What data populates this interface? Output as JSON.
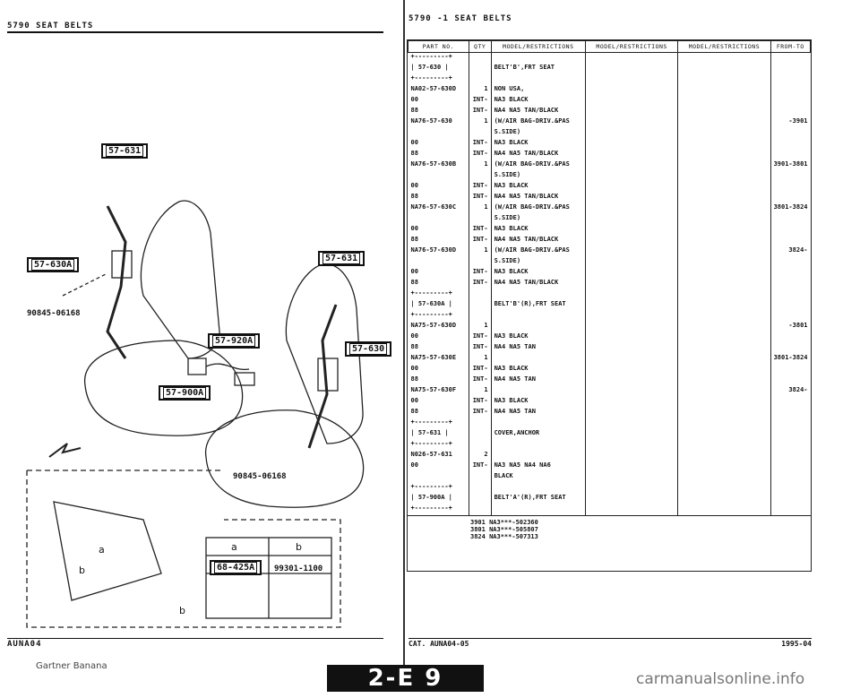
{
  "left_page": {
    "header": "5790   SEAT BELTS",
    "callouts": [
      "57-631",
      "57-630A",
      "57-631",
      "57-920A",
      "57-630",
      "57-900A",
      "68-425A"
    ],
    "part_labels": [
      "90845-06168",
      "90845-06168",
      "99301-1100"
    ],
    "detail_labels": [
      "a",
      "b",
      "b",
      "a",
      "b"
    ],
    "footer_code": "AUNA04"
  },
  "right_page": {
    "header": "5790 -1    SEAT BELTS",
    "columns": [
      "PART NO.",
      "QTY",
      "MODEL/RESTRICTIONS",
      "MODEL/RESTRICTIONS",
      "MODEL/RESTRICTIONS",
      "FROM-TO"
    ],
    "rows": [
      {
        "part": "+---------+",
        "qty": "",
        "desc": "",
        "from": ""
      },
      {
        "part": "| 57-630  |",
        "qty": "",
        "desc": "BELT'B',FRT SEAT",
        "from": ""
      },
      {
        "part": "+---------+",
        "qty": "",
        "desc": "",
        "from": ""
      },
      {
        "part": "NA02-57-630D",
        "qty": "1",
        "desc": "NON USA,",
        "from": ""
      },
      {
        "part": "00",
        "qty": "INT-",
        "desc": "NA3 BLACK",
        "from": ""
      },
      {
        "part": "88",
        "qty": "INT-",
        "desc": "NA4 NA5 TAN/BLACK",
        "from": ""
      },
      {
        "part": "NA76-57-630",
        "qty": "1",
        "desc": "(W/AIR BAG-DRIV.&PAS",
        "from": "-3901"
      },
      {
        "part": "",
        "qty": "",
        "desc": "S.SIDE)",
        "from": ""
      },
      {
        "part": "00",
        "qty": "INT-",
        "desc": "NA3 BLACK",
        "from": ""
      },
      {
        "part": "88",
        "qty": "INT-",
        "desc": "NA4 NA5 TAN/BLACK",
        "from": ""
      },
      {
        "part": "NA76-57-630B",
        "qty": "1",
        "desc": "(W/AIR BAG-DRIV.&PAS",
        "from": "3901-3801"
      },
      {
        "part": "",
        "qty": "",
        "desc": "S.SIDE)",
        "from": ""
      },
      {
        "part": "00",
        "qty": "INT-",
        "desc": "NA3 BLACK",
        "from": ""
      },
      {
        "part": "88",
        "qty": "INT-",
        "desc": "NA4 NA5 TAN/BLACK",
        "from": ""
      },
      {
        "part": "NA76-57-630C",
        "qty": "1",
        "desc": "(W/AIR BAG-DRIV.&PAS",
        "from": "3801-3824"
      },
      {
        "part": "",
        "qty": "",
        "desc": "S.SIDE)",
        "from": ""
      },
      {
        "part": "00",
        "qty": "INT-",
        "desc": "NA3 BLACK",
        "from": ""
      },
      {
        "part": "88",
        "qty": "INT-",
        "desc": "NA4 NA5 TAN/BLACK",
        "from": ""
      },
      {
        "part": "NA76-57-630D",
        "qty": "1",
        "desc": "(W/AIR BAG-DRIV.&PAS",
        "from": "3824-"
      },
      {
        "part": "",
        "qty": "",
        "desc": "S.SIDE)",
        "from": ""
      },
      {
        "part": "00",
        "qty": "INT-",
        "desc": "NA3 BLACK",
        "from": ""
      },
      {
        "part": "88",
        "qty": "INT-",
        "desc": "NA4 NA5 TAN/BLACK",
        "from": ""
      },
      {
        "part": "+---------+",
        "qty": "",
        "desc": "",
        "from": ""
      },
      {
        "part": "| 57-630A |",
        "qty": "",
        "desc": "BELT'B'(R),FRT SEAT",
        "from": ""
      },
      {
        "part": "+---------+",
        "qty": "",
        "desc": "",
        "from": ""
      },
      {
        "part": "NA75-57-630D",
        "qty": "1",
        "desc": "",
        "from": "-3801"
      },
      {
        "part": "00",
        "qty": "INT-",
        "desc": "NA3 BLACK",
        "from": ""
      },
      {
        "part": "88",
        "qty": "INT-",
        "desc": "NA4 NA5 TAN",
        "from": ""
      },
      {
        "part": "NA75-57-630E",
        "qty": "1",
        "desc": "",
        "from": "3801-3824"
      },
      {
        "part": "00",
        "qty": "INT-",
        "desc": "NA3 BLACK",
        "from": ""
      },
      {
        "part": "88",
        "qty": "INT-",
        "desc": "NA4 NA5 TAN",
        "from": ""
      },
      {
        "part": "NA75-57-630F",
        "qty": "1",
        "desc": "",
        "from": "3824-"
      },
      {
        "part": "00",
        "qty": "INT-",
        "desc": "NA3 BLACK",
        "from": ""
      },
      {
        "part": "88",
        "qty": "INT-",
        "desc": "NA4 NA5 TAN",
        "from": ""
      },
      {
        "part": "+---------+",
        "qty": "",
        "desc": "",
        "from": ""
      },
      {
        "part": "| 57-631  |",
        "qty": "",
        "desc": "COVER,ANCHOR",
        "from": ""
      },
      {
        "part": "+---------+",
        "qty": "",
        "desc": "",
        "from": ""
      },
      {
        "part": "N026-57-631",
        "qty": "2",
        "desc": "",
        "from": ""
      },
      {
        "part": "00",
        "qty": "INT-",
        "desc": "NA3 NA5 NA4 NA6",
        "from": ""
      },
      {
        "part": "",
        "qty": "",
        "desc": "BLACK",
        "from": ""
      },
      {
        "part": "+---------+",
        "qty": "",
        "desc": "",
        "from": ""
      },
      {
        "part": "| 57-900A |",
        "qty": "",
        "desc": "BELT'A'(R),FRT SEAT",
        "from": ""
      },
      {
        "part": "+---------+",
        "qty": "",
        "desc": "",
        "from": ""
      }
    ],
    "notes": [
      "3901 NA3***-502360",
      "3801 NA3***-505807",
      "3824 NA3***-507313"
    ],
    "footer_left": "CAT. AUNA04-05",
    "footer_right": "1995-04"
  },
  "page_tab": "2-E 9",
  "watermarks": [
    "Gartner Banana",
    "carmanualsonline.info"
  ]
}
